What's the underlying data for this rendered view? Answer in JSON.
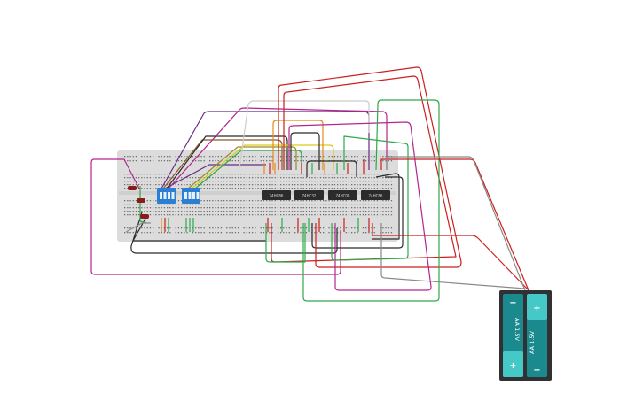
{
  "circuit": {
    "ics": [
      {
        "label": "74HC86"
      },
      {
        "label": "74HC32"
      },
      {
        "label": "74HC08"
      },
      {
        "label": "74HC86"
      }
    ],
    "battery": {
      "cells": [
        {
          "label": "AA 1.5V"
        },
        {
          "label": "AA 1.5V"
        }
      ],
      "plus_sign": "+",
      "minus_sign": "−"
    }
  },
  "colors": {
    "breadboard": "#dcdcdc",
    "dip_switch": "#2a7fd4",
    "battery_case": "#2f3133",
    "battery_cell": "#1b8a8f",
    "battery_cap": "#45c8c8",
    "wire_red": "#cc1f1f",
    "wire_green": "#2ea84a",
    "wire_magenta": "#b3268f",
    "wire_purple": "#6a2a86",
    "wire_black": "#2b2b2b",
    "wire_gray": "#8a8a8a",
    "wire_orange": "#e68a1a",
    "wire_yellow": "#d9c91c"
  }
}
